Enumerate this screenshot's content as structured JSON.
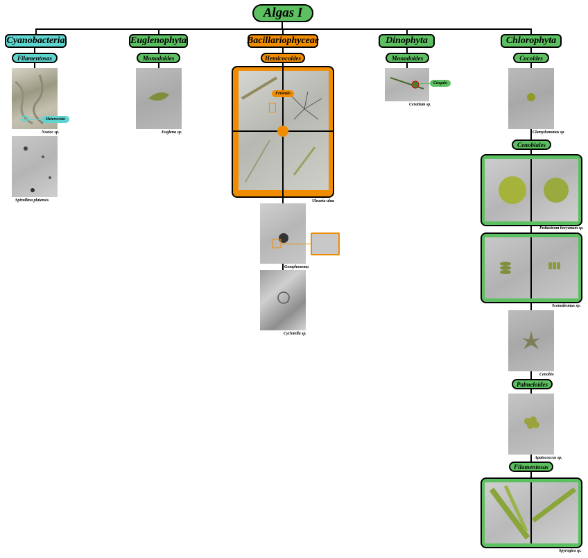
{
  "root": {
    "label": "Algas I"
  },
  "colors": {
    "green": "#5cbf60",
    "cyan": "#5fd5d0",
    "orange": "#f08c00",
    "line": "#000000"
  },
  "phyla": [
    {
      "name": "Cyanobacteria",
      "color": "#5fd5d0",
      "groups": [
        {
          "name": "Filamentosas",
          "species": [
            "Nostoc sp.",
            "Spirullina platensis"
          ],
          "annotations": [
            "Heterocisto"
          ]
        }
      ]
    },
    {
      "name": "Euglenophyta",
      "color": "#5cbf60",
      "groups": [
        {
          "name": "Monadoides",
          "species": [
            "Euglena sp."
          ]
        }
      ]
    },
    {
      "name": "Bacillariophyceae",
      "color": "#f08c00",
      "groups": [
        {
          "name": "Hemicocoides",
          "species": [
            "Ulnaria ulna",
            "Gomphonema",
            "Cyclotella sp."
          ],
          "annotations": [
            "Frústulo"
          ]
        }
      ]
    },
    {
      "name": "Dinophyta",
      "color": "#5cbf60",
      "groups": [
        {
          "name": "Monadoides",
          "species": [
            "Ceratium sp."
          ],
          "annotations": [
            "Cíngulo"
          ]
        }
      ]
    },
    {
      "name": "Chlorophyta",
      "color": "#5cbf60",
      "groups": [
        {
          "name": "Cocoides",
          "species": [
            "Clamydomonas sp."
          ]
        },
        {
          "name": "Cenobiales",
          "species": [
            "Pediastrum boryanum sp.",
            "Scenedesmus sp.",
            "Cenobio"
          ]
        },
        {
          "name": "Palmeloides",
          "species": [
            "Apatococcus sp."
          ]
        },
        {
          "name": "Filamentosas",
          "species": [
            "Spyrogira sp."
          ]
        }
      ]
    }
  ]
}
